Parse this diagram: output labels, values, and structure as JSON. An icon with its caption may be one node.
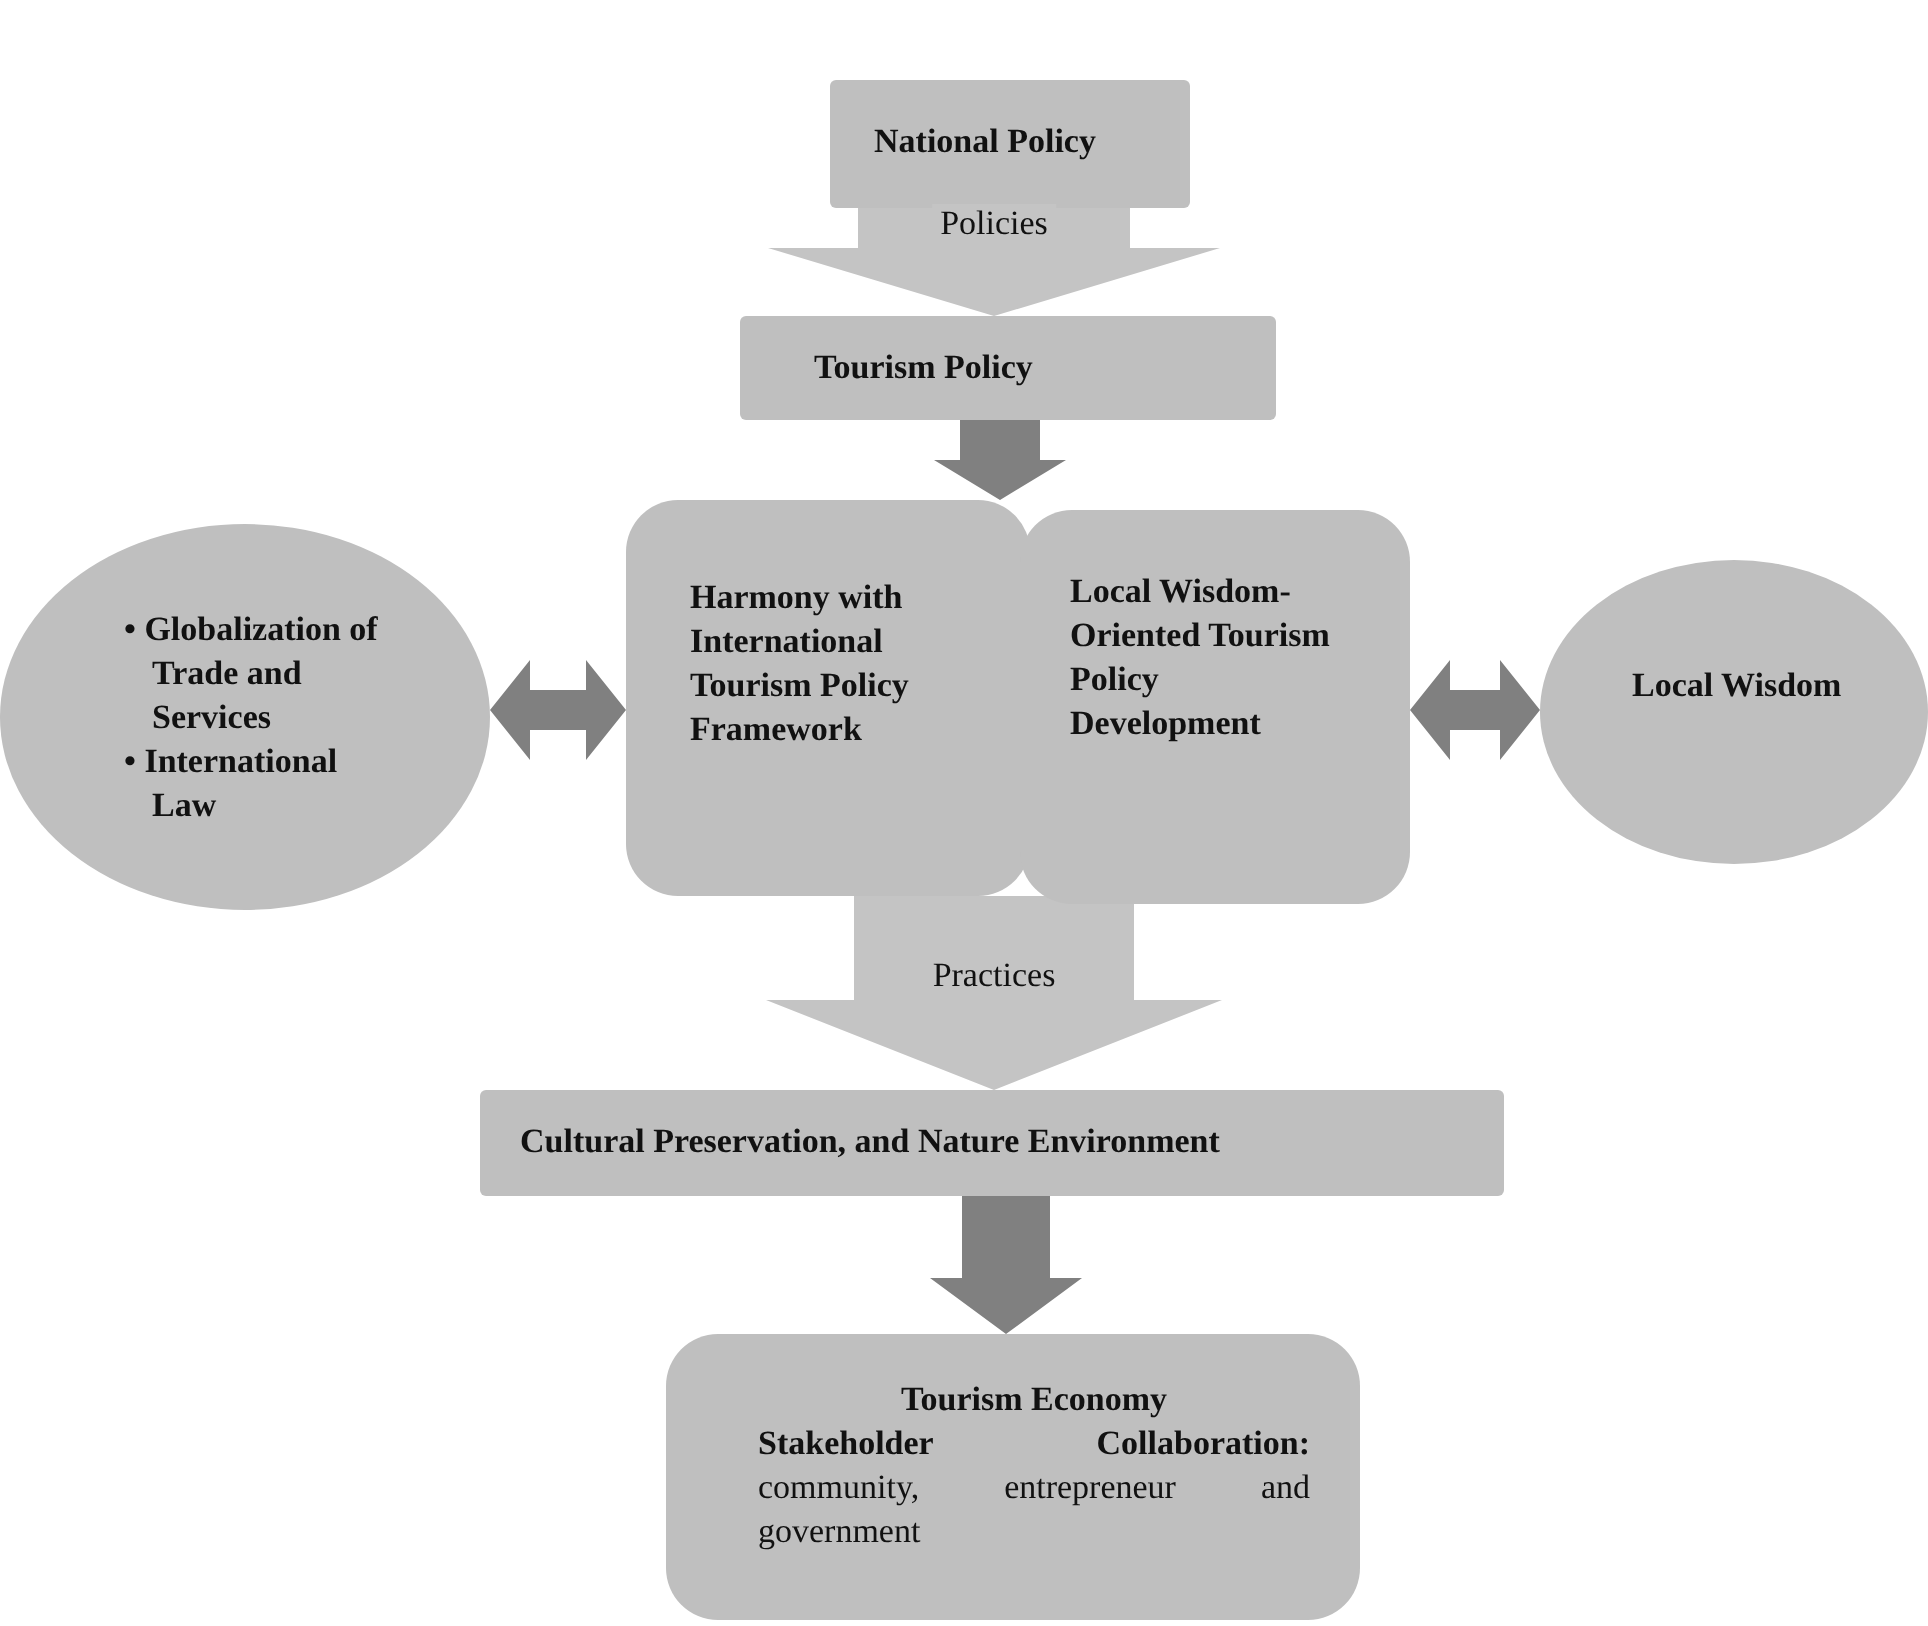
{
  "diagram": {
    "nodes": [
      {
        "text": [
          "National Policy"
        ]
      },
      {
        "text": [
          "Tourism Policy"
        ]
      },
      {
        "text": [
          "Harmony with International Tourism Policy Framework"
        ]
      },
      {
        "text": [
          "Local Wisdom-Oriented Tourism Policy Development"
        ]
      },
      {
        "text": [
          "• Globalization of Trade and Services",
          "• International Law"
        ]
      },
      {
        "text": [
          "Local Wisdom"
        ]
      },
      {
        "text": [
          "Cultural Preservation, and Nature Environment"
        ]
      },
      {
        "text": [
          "Tourism Economy",
          "**Stakeholder Collaboration:** community, entrepreneur and government"
        ]
      }
    ],
    "edges": [
      {
        "from": 0,
        "to": 1,
        "arrow": "to",
        "label": "Policies",
        "color": "#c4c4c4"
      },
      {
        "from": 1,
        "to": 2,
        "arrow": "to"
      },
      {
        "from": 4,
        "to": 2,
        "arrow": "both"
      },
      {
        "from": 3,
        "to": 5,
        "arrow": "both"
      },
      {
        "from": 2,
        "to": 6,
        "arrow": "to",
        "label": "Practices",
        "color": "#c4c4c4"
      },
      {
        "from": 6,
        "to": 7,
        "arrow": "to"
      }
    ]
  }
}
